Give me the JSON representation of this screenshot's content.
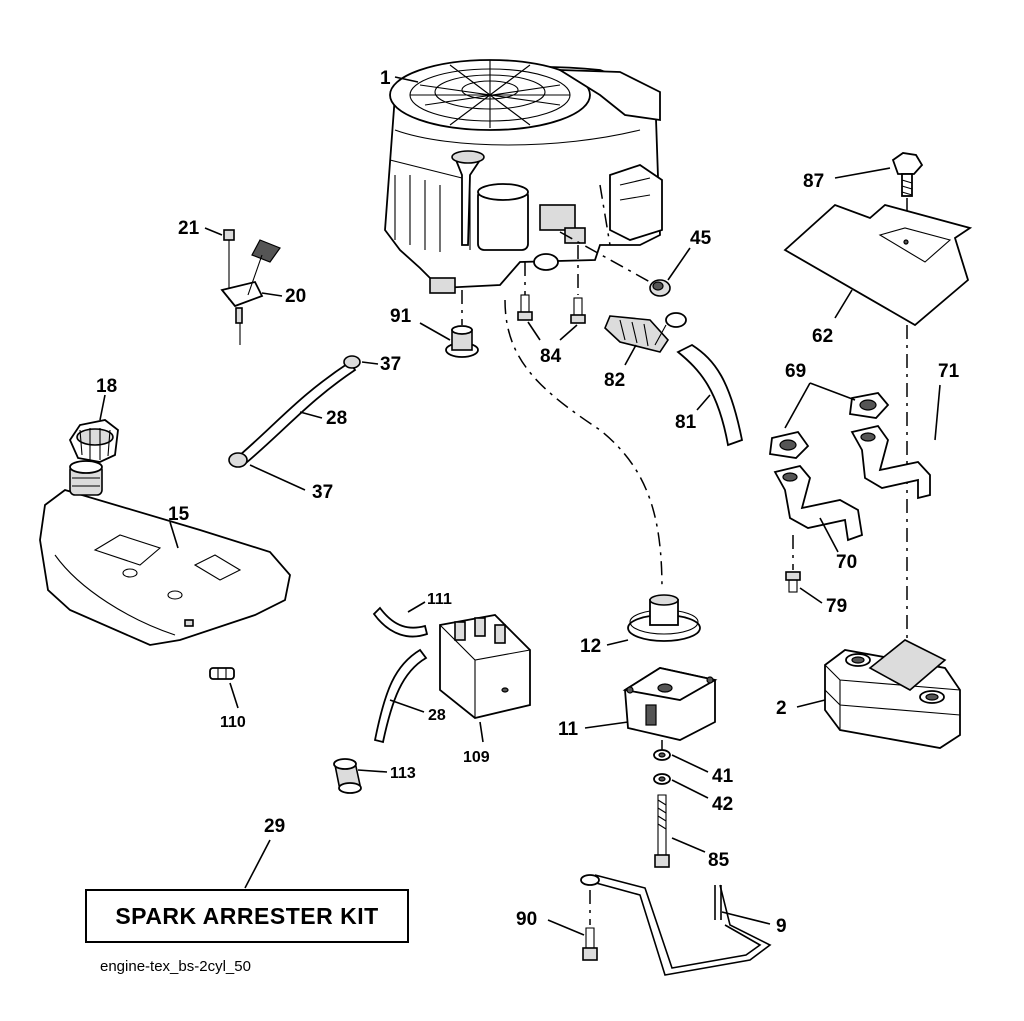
{
  "diagram": {
    "labels": {
      "p1": "1",
      "p2": "2",
      "p9": "9",
      "p11": "11",
      "p12": "12",
      "p15": "15",
      "p18": "18",
      "p20": "20",
      "p21": "21",
      "p28a": "28",
      "p28b": "28",
      "p29": "29",
      "p37a": "37",
      "p37b": "37",
      "p41": "41",
      "p42": "42",
      "p45": "45",
      "p62": "62",
      "p69": "69",
      "p70": "70",
      "p71": "71",
      "p79": "79",
      "p81": "81",
      "p82": "82",
      "p84": "84",
      "p85": "85",
      "p87": "87",
      "p90": "90",
      "p91": "91",
      "p109": "109",
      "p110": "110",
      "p111": "111",
      "p113": "113"
    },
    "kit_label": "SPARK ARRESTER KIT",
    "footer_code": "engine-tex_bs-2cyl_50"
  }
}
